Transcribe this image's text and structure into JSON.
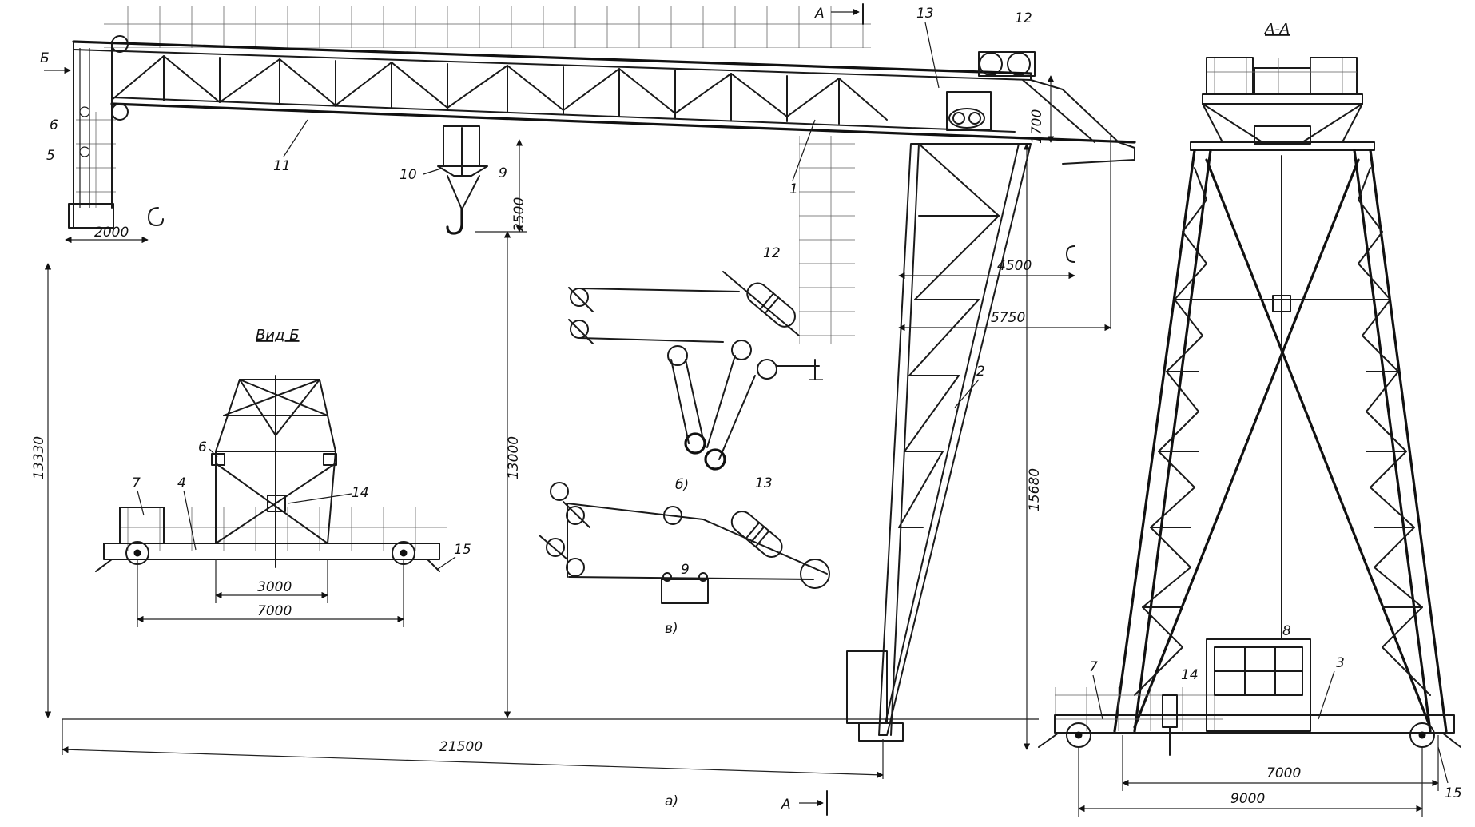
{
  "drawing": {
    "section_title": "А-А",
    "view_title": "Вид Б",
    "section_marks": [
      "А",
      "А"
    ],
    "arrow_mark": "Б",
    "subfigures": {
      "a": "а)",
      "b": "б)",
      "c": "в)"
    },
    "callouts": {
      "c1": "1",
      "c2": "2",
      "c3": "3",
      "c4": "4",
      "c5": "5",
      "c6": "6",
      "c6b": "6",
      "c7": "7",
      "c7b": "7",
      "c8": "8",
      "c9": "9",
      "c9b": "9",
      "c10": "10",
      "c11": "11",
      "c12": "12",
      "c12b": "12",
      "c13": "13",
      "c13b": "13",
      "c14": "14",
      "c14b": "14",
      "c15": "15",
      "c15b": "15"
    },
    "dimensions": {
      "d2000": "2000",
      "d2500": "2500",
      "d1700": "1700",
      "d4500": "4500",
      "d5750": "5750",
      "d13000": "13000",
      "d15680": "15680",
      "d13330": "13330",
      "d21500": "21500",
      "d3000": "3000",
      "d7000_view": "7000",
      "d7000_sec": "7000",
      "d9000": "9000"
    }
  }
}
